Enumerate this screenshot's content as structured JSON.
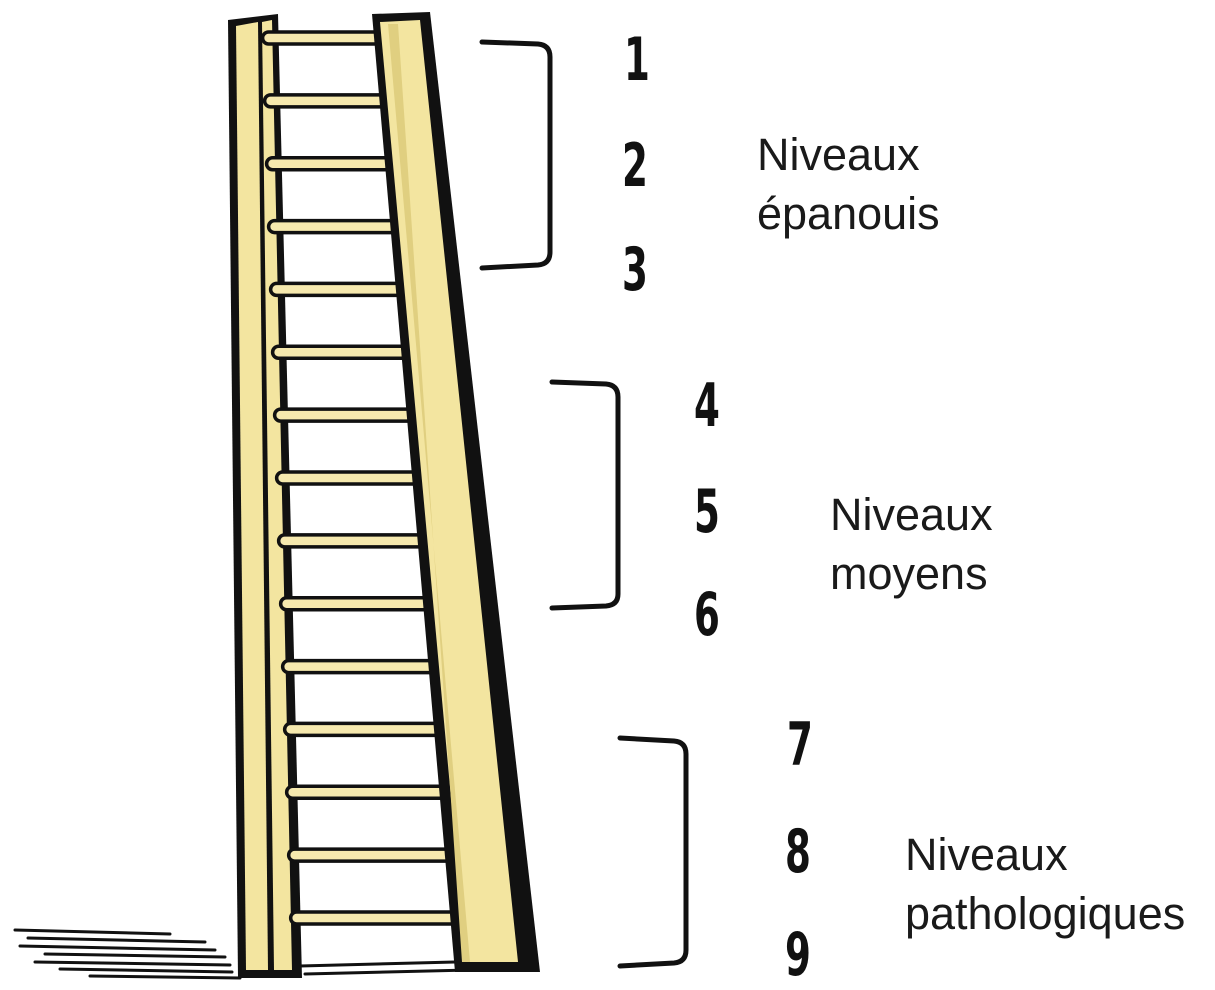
{
  "colors": {
    "rail_fill": "#f3e5a0",
    "rung_fill": "#f6e9ae",
    "ink": "#111111"
  },
  "ladder": {
    "rung_count": 15
  },
  "groups": [
    {
      "levels": [
        "1",
        "2",
        "3"
      ],
      "label_line1": "Niveaux",
      "label_line2": "épanouis"
    },
    {
      "levels": [
        "4",
        "5",
        "6"
      ],
      "label_line1": "Niveaux",
      "label_line2": "moyens"
    },
    {
      "levels": [
        "7",
        "8",
        "9"
      ],
      "label_line1": "Niveaux",
      "label_line2": "pathologiques"
    }
  ]
}
